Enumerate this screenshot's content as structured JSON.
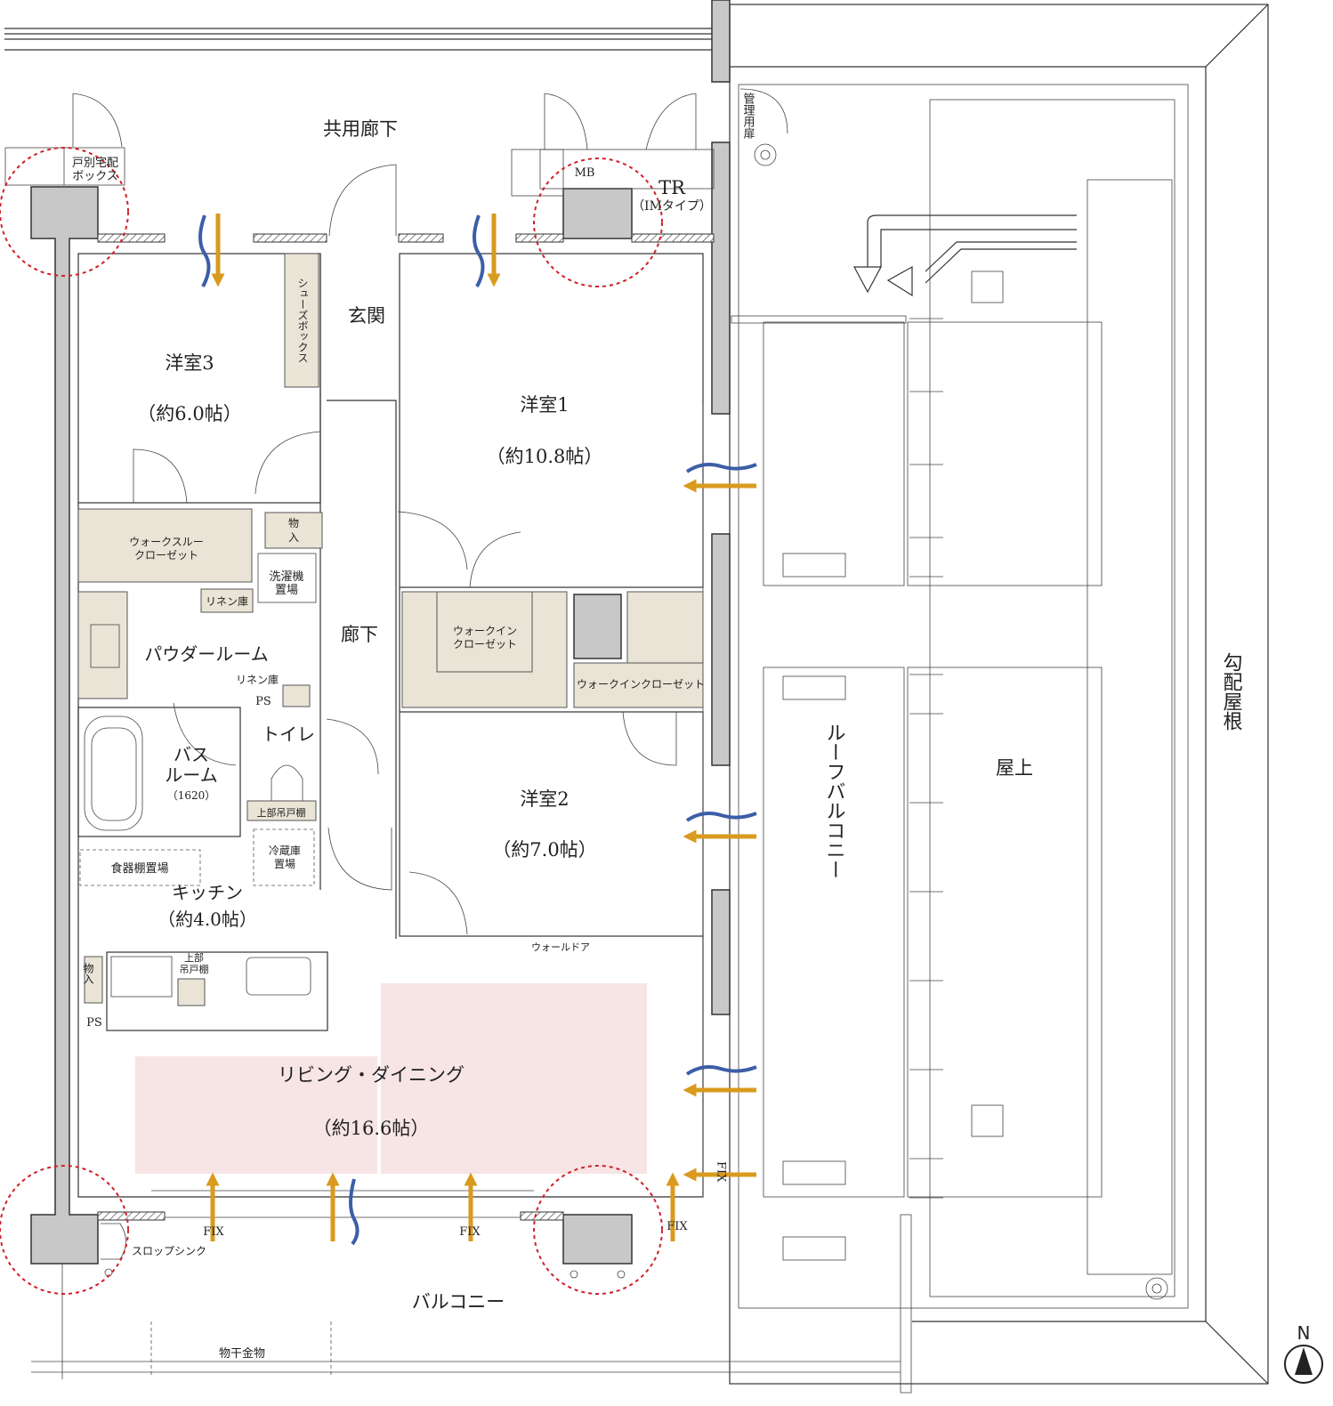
{
  "colors": {
    "ventilation_arrow": "#d99a1e",
    "wind_wave": "#3c5ea8",
    "storage": "#e9e4d6",
    "ld_highlight": "#f7e4e4",
    "pillar": "#c8c8c8",
    "pillar_marker": "#d0202a"
  },
  "labels": {
    "common_corridor": "共用廊下",
    "delivery_box_1": "戸別宅配",
    "delivery_box_2": "ボックス",
    "mb": "MB",
    "tr": "TR",
    "tr_type": "（IMタイプ）",
    "management_door": "管理用扉",
    "shoe_box": "シューズボックス",
    "entrance": "玄関",
    "room3": "洋室3",
    "room3_size": "（約6.0帖）",
    "room1": "洋室1",
    "room1_size": "（約10.8帖）",
    "walkthrough_closet_1": "ウォークスルー",
    "walkthrough_closet_2": "クローゼット",
    "storage_1": "物",
    "storage_2": "入",
    "washer_1": "洗濯機",
    "washer_2": "置場",
    "linen_1": "リネン庫",
    "powder_room": "パウダールーム",
    "hallway": "廊下",
    "linen_2": "リネン庫",
    "ps_1": "PS",
    "bath_1": "バス",
    "bath_2": "ルーム",
    "bath_size": "（1620）",
    "toilet": "トイレ",
    "upper_cabinet_1": "上部吊戸棚",
    "fridge_1": "冷蔵庫",
    "fridge_2": "置場",
    "dish_shelf": "食器棚置場",
    "kitchen": "キッチン",
    "kitchen_size": "（約4.0帖）",
    "wic_1a": "ウォークイン",
    "wic_1b": "クローゼット",
    "wic_2": "ウォークインクローゼット",
    "room2": "洋室2",
    "room2_size": "（約7.0帖）",
    "wall_door": "ウォールドア",
    "storage_k": "物入",
    "upper_cabinet_2a": "上部",
    "upper_cabinet_2b": "吊戸棚",
    "ps_2": "PS",
    "living": "リビング・ダイニング",
    "living_size": "（約16.6帖）",
    "fix": "FIX",
    "fix_v": "FIX",
    "slop_sink": "スロップシンク",
    "balcony": "バルコニー",
    "laundry_hanger": "物干金物",
    "roof_balcony": "ルーフバルコニー",
    "rooftop": "屋上",
    "sloped_roof": "勾配屋根",
    "north": "N"
  }
}
